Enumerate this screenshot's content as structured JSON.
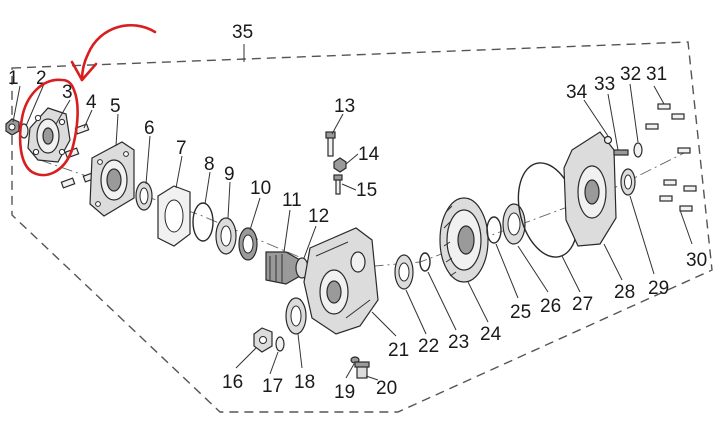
{
  "callouts": [
    "1",
    "2",
    "3",
    "4",
    "5",
    "6",
    "7",
    "8",
    "9",
    "10",
    "11",
    "12",
    "13",
    "14",
    "15",
    "16",
    "17",
    "18",
    "19",
    "20",
    "21",
    "22",
    "23",
    "24",
    "25",
    "26",
    "27",
    "28",
    "29",
    "30",
    "31",
    "32",
    "33",
    "34",
    "35"
  ],
  "colors": {
    "annotation": "#d81e1e",
    "line": "#2a2a2a",
    "part_fill": "#dcdcdc"
  }
}
